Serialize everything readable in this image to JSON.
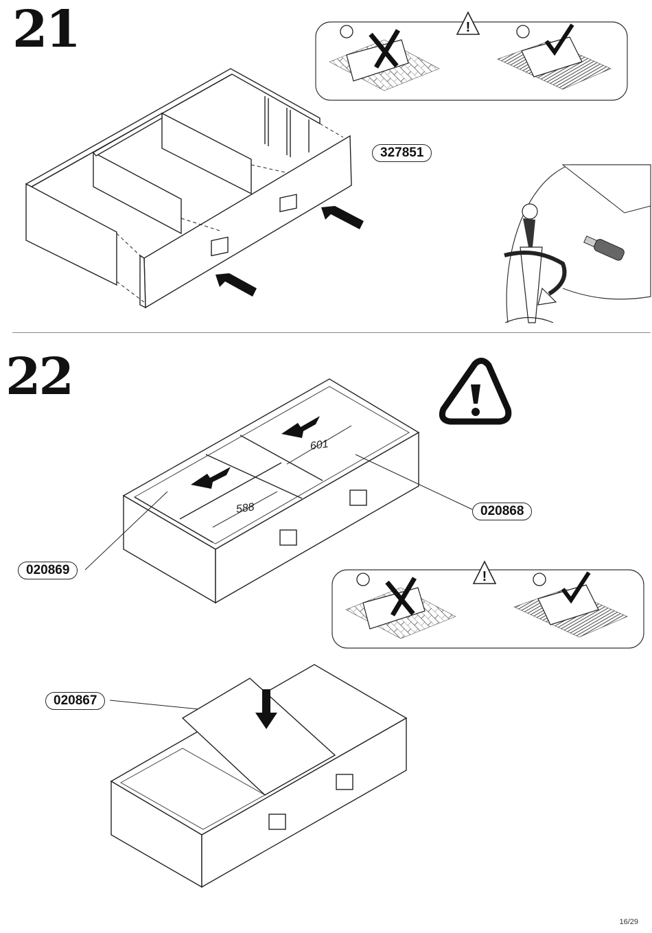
{
  "steps": [
    {
      "number": "21",
      "part_label": "327851"
    },
    {
      "number": "22",
      "part_labels": {
        "right": "020868",
        "left": "020869",
        "panel": "020867"
      },
      "dimensions": {
        "upper": "601",
        "lower": "588"
      }
    }
  ],
  "page_number": "16/29",
  "icons": [
    "warning-icon",
    "sad-face-icon",
    "happy-face-icon",
    "cross-icon",
    "check-icon",
    "screwdriver-icon",
    "arrow-icon"
  ]
}
